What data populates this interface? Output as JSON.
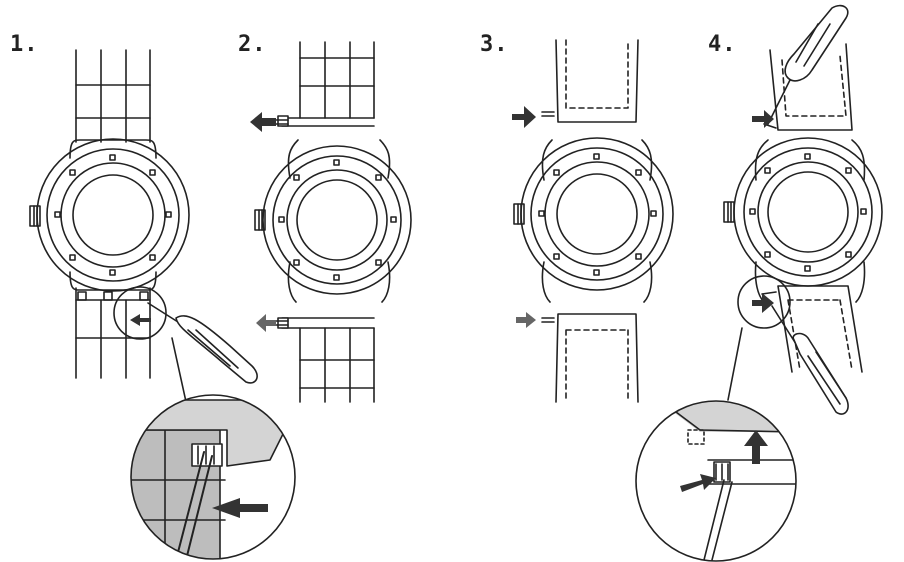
{
  "steps": [
    {
      "label": "1."
    },
    {
      "label": "2."
    },
    {
      "label": "3."
    },
    {
      "label": "4."
    }
  ],
  "colors": {
    "line": "#222222",
    "arrow_dark": "#333333",
    "arrow_light": "#666666",
    "zoom_fill": "#d4d4d4",
    "bracelet_fill": "#bdbdbd",
    "paper": "#ffffff"
  },
  "icons": {
    "tool": "screwdriver-icon",
    "direction": "arrow-icon",
    "part": "spring-bar-icon"
  }
}
